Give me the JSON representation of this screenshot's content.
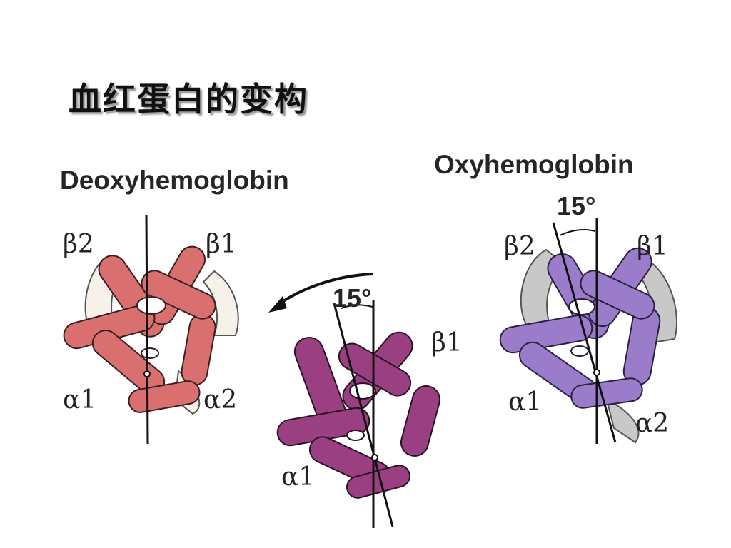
{
  "title": "血红蛋白的变构",
  "panels": {
    "deoxy": {
      "title": "Deoxyhemoglobin",
      "labels": {
        "beta2": "β2",
        "beta1": "β1",
        "alpha1": "α1",
        "alpha2": "α2"
      }
    },
    "transition": {
      "angle": "15°",
      "labels": {
        "beta1": "β1",
        "alpha1": "α1"
      }
    },
    "oxy": {
      "title": "Oxyhemoglobin",
      "angle": "15°",
      "labels": {
        "beta2": "β2",
        "beta1": "β1",
        "alpha1": "α1",
        "alpha2": "α2"
      }
    }
  },
  "colors": {
    "deoxy_fill": "#d9706f",
    "transition_fill": "#9a3f82",
    "oxy_fill": "#9a7cca",
    "partner_fill": "#c8c8c8",
    "partner_light": "#f6f2ea"
  }
}
